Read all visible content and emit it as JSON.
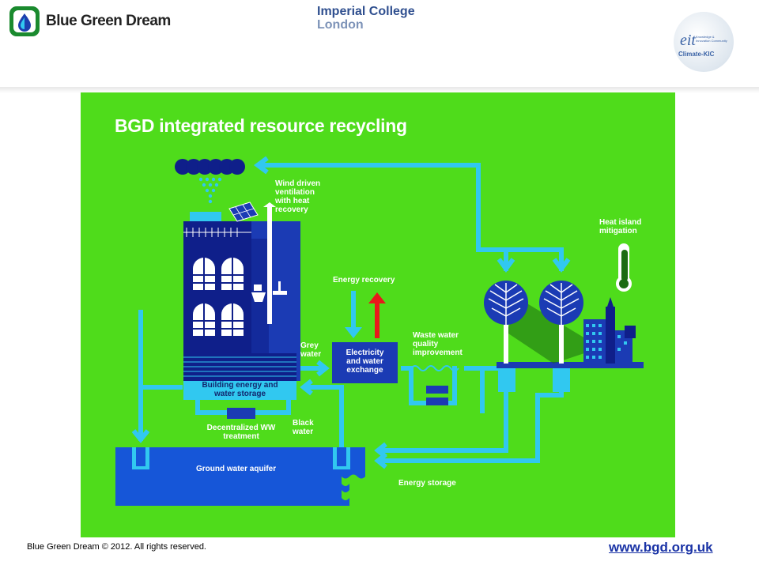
{
  "header": {
    "brand": "Blue Green Dream",
    "imperial_line1": "Imperial College",
    "imperial_line2": "London",
    "eit_word": "eit",
    "eit_small": "Knowledge & Innovation Community",
    "eit_tagline": "Climate-KIC"
  },
  "diagram": {
    "title": "BGD integrated resource recycling",
    "labels": {
      "wind_ventilation": [
        "Wind driven",
        "ventilation",
        "with heat",
        "recovery"
      ],
      "heat_island": [
        "Heat island",
        "mitigation"
      ],
      "energy_recovery": "Energy recovery",
      "grey_water": [
        "Grey",
        "water"
      ],
      "exchange": [
        "Electricity",
        "and water",
        "exchange"
      ],
      "waste_water": [
        "Waste water",
        "quality",
        "improvement"
      ],
      "building_storage": [
        "Building energy and",
        "water storage"
      ],
      "black_water": [
        "Black",
        "water"
      ],
      "decentralized": [
        "Decentralized WW",
        "treatment"
      ],
      "aquifer": "Ground water aquifer",
      "energy_storage": "Energy storage"
    },
    "colors": {
      "background": "#4fdc1b",
      "pipe": "#31c8f0",
      "building": "#1b3bb4",
      "dark_blue": "#0f1f8a",
      "water": "#1656d8",
      "red_arrow": "#e8181b"
    }
  },
  "footer": {
    "copyright": "Blue Green Dream © 2012. All rights reserved.",
    "url": "www.bgd.org.uk"
  }
}
